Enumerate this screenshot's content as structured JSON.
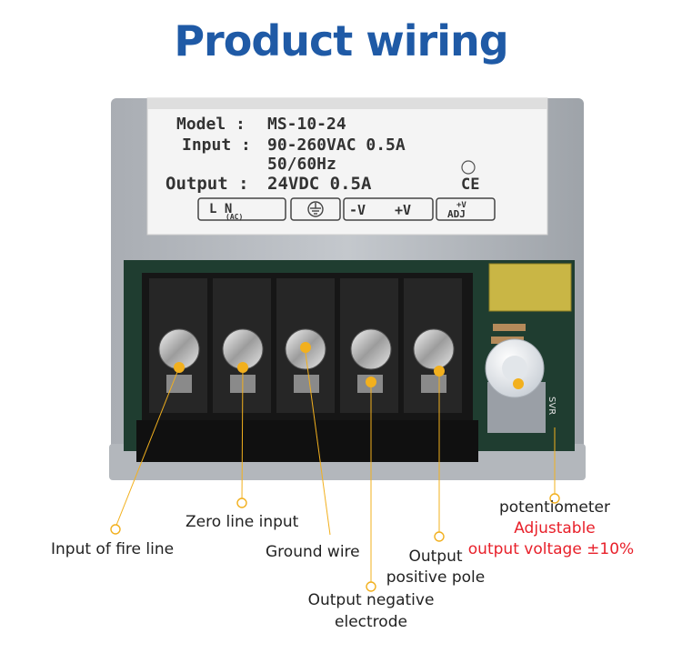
{
  "title": "Product wiring",
  "nameplate": {
    "model_label": "Model :",
    "model_value": "MS-10-24",
    "input_label": "Input :",
    "input_value": "90-260VAC 0.5A",
    "input_freq": "50/60Hz",
    "output_label": "Output :",
    "output_value": "24VDC 0.5A",
    "ce_mark": "CE",
    "terminal_marks": {
      "ln": "L  N",
      "ac": "(AC)",
      "minus_v": "-V",
      "plus_v": "+V",
      "adj_top": "+V",
      "adj_bottom": "ADJ"
    }
  },
  "board_marking": "SVR",
  "callouts": {
    "fire_line": "Input of fire line",
    "zero_line": "Zero line input",
    "ground": "Ground wire",
    "neg_line1": "Output  negative",
    "neg_line2": "electrode",
    "pos_line1": "Output",
    "pos_line2": "positive pole",
    "pot_line1": "potentiometer",
    "pot_line2": "Adjustable",
    "pot_line3": "output voltage ±10%"
  },
  "colors": {
    "title": "#1f5aa6",
    "callout_marker": "#f2b01e",
    "highlight_text": "#e8202a"
  }
}
